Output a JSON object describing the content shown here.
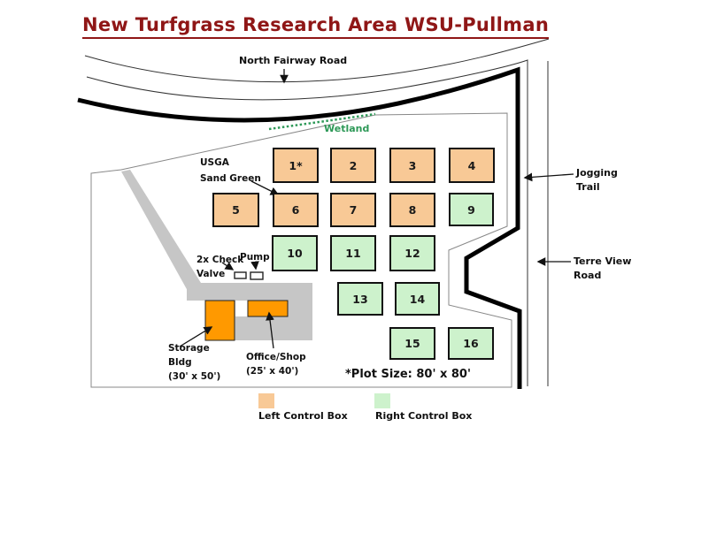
{
  "title": "New Turfgrass Research Area WSU-Pullman",
  "labels": {
    "north_fairway_road": "North Fairway Road",
    "wetland": "Wetland",
    "usga_line1": "USGA",
    "usga_line2": "Sand Green",
    "jogging_line1": "Jogging",
    "jogging_line2": "Trail",
    "terre_line1": "Terre View",
    "terre_line2": "Road",
    "check_line1": "2x Check",
    "check_line2": "Valve",
    "pump": "Pump",
    "storage_line1": "Storage",
    "storage_line2": "Bldg",
    "storage_line3": "(30' x 50')",
    "office_line1": "Office/Shop",
    "office_line2": "(25' x 40')",
    "plot_size_note": "*Plot Size: 80' x 80'"
  },
  "legend": {
    "left": {
      "label": "Left Control Box"
    },
    "right": {
      "label": "Right Control Box"
    }
  },
  "colors": {
    "plot_left": "#F8C996",
    "plot_right": "#CDF2CC",
    "building": "#FF9900",
    "wetland_green": "#2E9958",
    "title_red": "#8F1616",
    "gray_area": "#C6C6C6"
  },
  "plots": [
    {
      "id": "p1",
      "label": "1*",
      "control": "left"
    },
    {
      "id": "p2",
      "label": "2",
      "control": "left"
    },
    {
      "id": "p3",
      "label": "3",
      "control": "left"
    },
    {
      "id": "p4",
      "label": "4",
      "control": "left"
    },
    {
      "id": "p5",
      "label": "5",
      "control": "left"
    },
    {
      "id": "p6",
      "label": "6",
      "control": "left"
    },
    {
      "id": "p7",
      "label": "7",
      "control": "left"
    },
    {
      "id": "p8",
      "label": "8",
      "control": "left"
    },
    {
      "id": "p9",
      "label": "9",
      "control": "right"
    },
    {
      "id": "p10",
      "label": "10",
      "control": "right"
    },
    {
      "id": "p11",
      "label": "11",
      "control": "right"
    },
    {
      "id": "p12",
      "label": "12",
      "control": "right"
    },
    {
      "id": "p13",
      "label": "13",
      "control": "right"
    },
    {
      "id": "p14",
      "label": "14",
      "control": "right"
    },
    {
      "id": "p15",
      "label": "15",
      "control": "right"
    },
    {
      "id": "p16",
      "label": "16",
      "control": "right"
    }
  ]
}
